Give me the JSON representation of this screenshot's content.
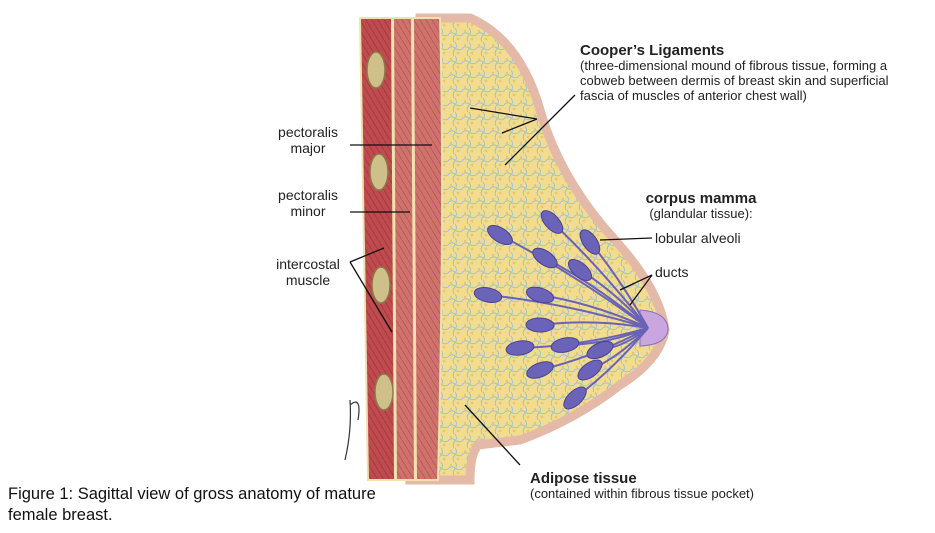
{
  "labels": {
    "pectoralis_major": [
      "pectoralis",
      "major"
    ],
    "pectoralis_minor": [
      "pectoralis",
      "minor"
    ],
    "intercostal_muscle": [
      "intercostal",
      "muscle"
    ],
    "coopers_title": "Cooper’s Ligaments",
    "coopers_desc": [
      "(three-dimensional mound of fibrous tissue, forming a",
      "cobweb between dermis of breast skin and superficial",
      "fascia of muscles of anterior chest wall)"
    ],
    "corpus_title": "corpus mamma",
    "corpus_sub": "(glandular tissue):",
    "lobular_alveoli": "lobular alveoli",
    "ducts": "ducts",
    "adipose_title": "Adipose tissue",
    "adipose_sub": "(contained within fibrous tissue pocket)"
  },
  "caption": [
    "Figure 1: Sagittal view of gross anatomy of mature",
    "female breast."
  ],
  "colors": {
    "muscle": "#b8454a",
    "muscle_light": "#d98a84",
    "skin": "#f2c9b8",
    "adipose": "#f0d98a",
    "ligament": "#8fb6c9",
    "lobule": "#6b63b8",
    "nipple": "#c9a6e0"
  }
}
